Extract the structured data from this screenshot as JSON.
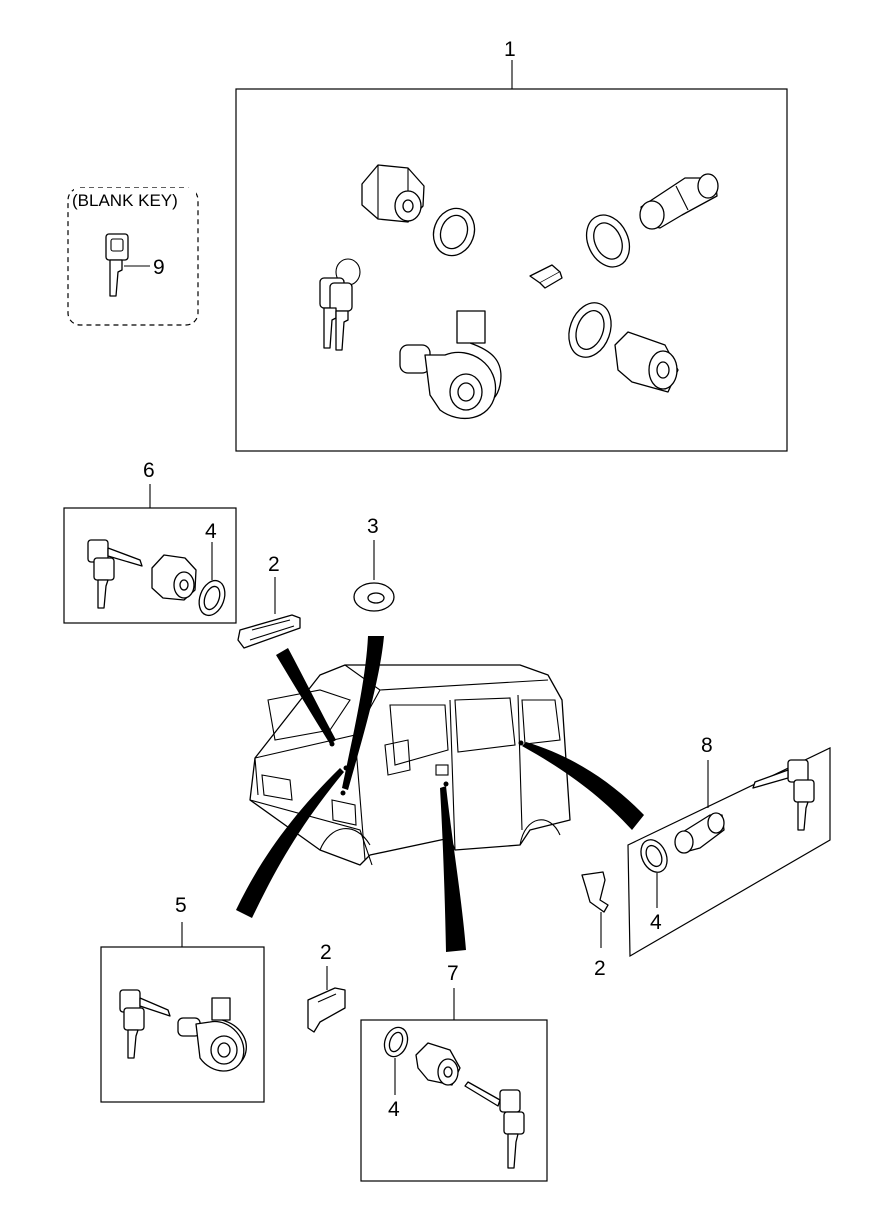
{
  "diagram": {
    "blank_key_label": "(BLANK KEY)",
    "callouts": {
      "c1": "1",
      "c2a": "2",
      "c2b": "2",
      "c2c": "2",
      "c3": "3",
      "c4a": "4",
      "c4b": "4",
      "c4c": "4",
      "c5": "5",
      "c6": "6",
      "c7": "7",
      "c8": "8",
      "c9": "9"
    }
  }
}
